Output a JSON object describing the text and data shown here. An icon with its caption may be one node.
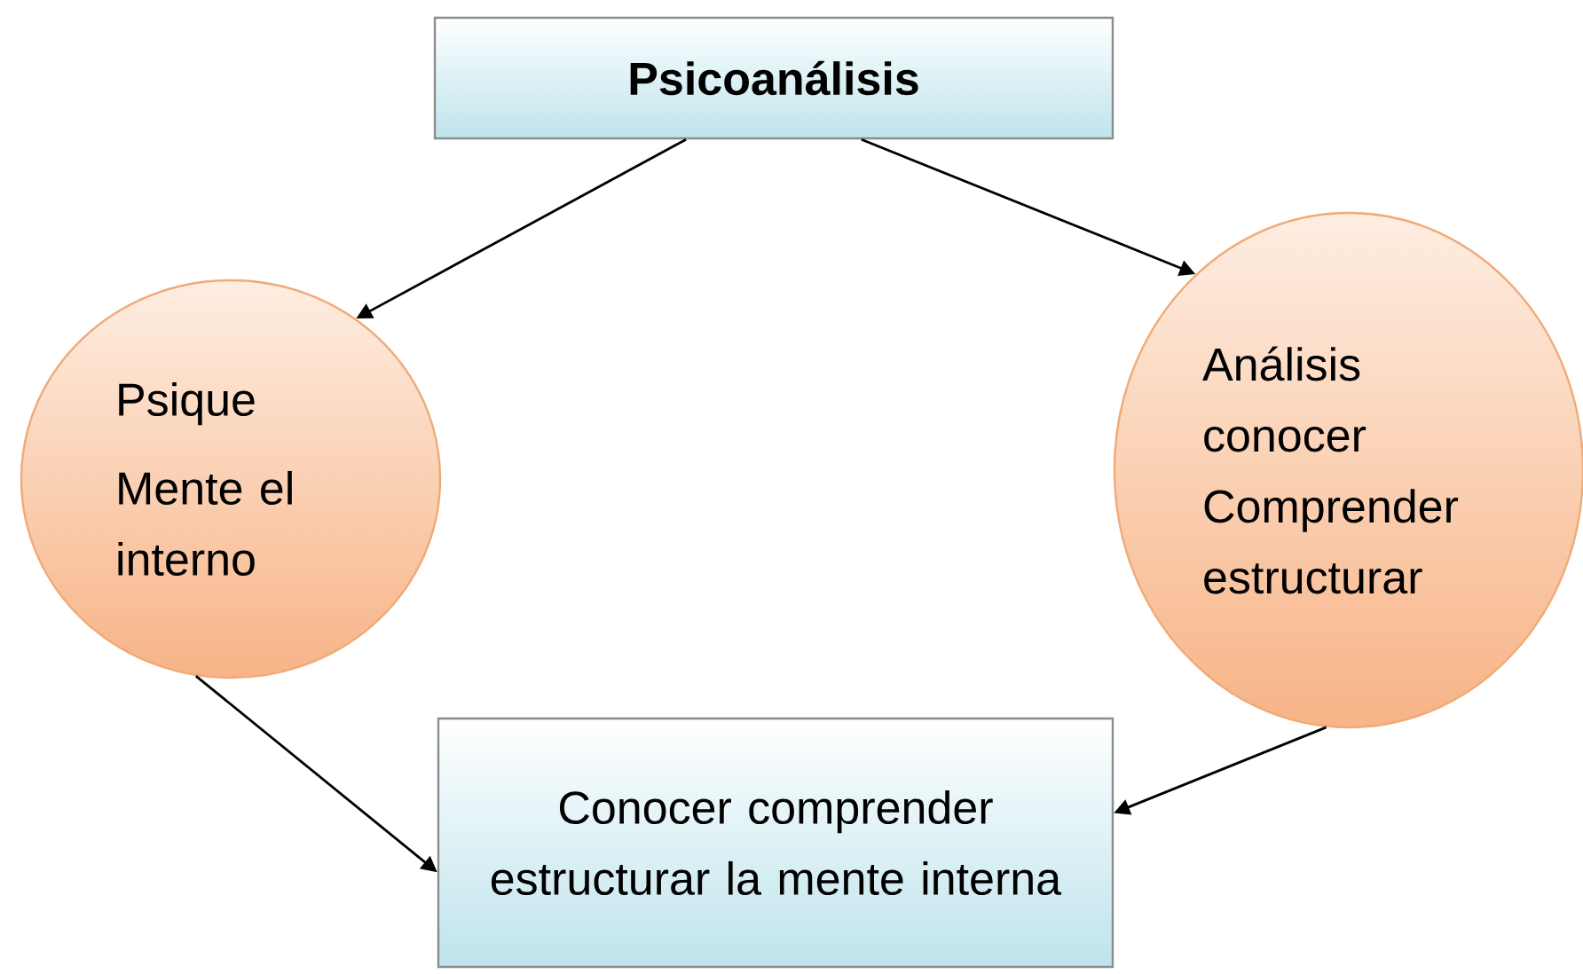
{
  "diagram": {
    "nodes": [
      {
        "text": [
          "Psicoanálisis"
        ]
      },
      {
        "text": [
          "Psique",
          "Mente el interno"
        ]
      },
      {
        "text": [
          "Análisis conocer Comprender estructurar"
        ]
      },
      {
        "text": [
          "Conocer comprender estructurar la mente interna"
        ]
      }
    ],
    "edges": [
      {
        "from": 0,
        "to": 1,
        "arrow": "to"
      },
      {
        "from": 0,
        "to": 2,
        "arrow": "to"
      },
      {
        "from": 1,
        "to": 3,
        "arrow": "to"
      },
      {
        "from": 2,
        "to": 3,
        "arrow": "to"
      }
    ]
  }
}
